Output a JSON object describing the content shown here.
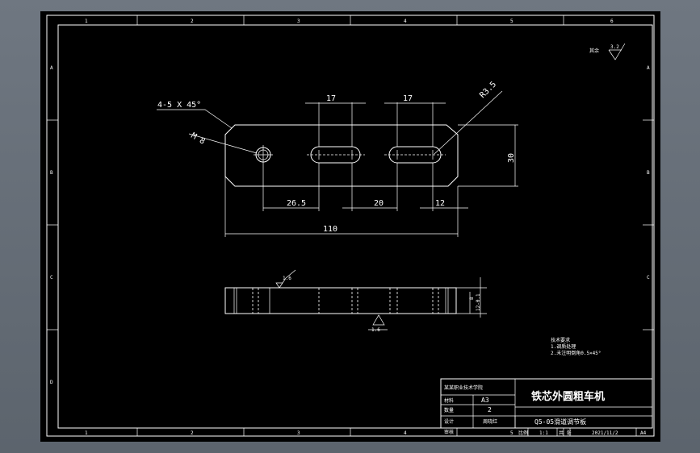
{
  "zone_numbers": [
    "1",
    "2",
    "3",
    "4",
    "5",
    "6"
  ],
  "zone_letters": [
    "A",
    "B",
    "C",
    "D"
  ],
  "roughness_top": {
    "label": "其余",
    "value": "3.2"
  },
  "dimensions": {
    "chamfer": "4-5 X 45°",
    "thread": "M 8",
    "radius": "R3.5",
    "slot_width_1": "17",
    "slot_width_2": "17",
    "height": "30",
    "d_26_5": "26.5",
    "d_20": "20",
    "d_12": "12",
    "length": "110",
    "thickness_1": "8",
    "thickness_2": "12-0.1",
    "roughness_1": "1.6",
    "roughness_2": "1.6"
  },
  "notes": {
    "title": "技术要求",
    "line1": "1.调质处理",
    "line2": "2.未注明倒角0.5×45°"
  },
  "title_block": {
    "school": "某某职业技术学院",
    "project": "铁芯外圆粗车机",
    "material_label": "材料",
    "material_value": "A3",
    "quantity_label": "数量",
    "quantity_value": "2",
    "designer_label": "设计",
    "designer_value": "周晓红",
    "checker_label": "审核",
    "part_name": "Q5-05滑道调节板",
    "scale_label": "比例",
    "scale_value": "1:1",
    "sheet_label": "共  张",
    "date": "2021/11/2",
    "size": "A4"
  }
}
